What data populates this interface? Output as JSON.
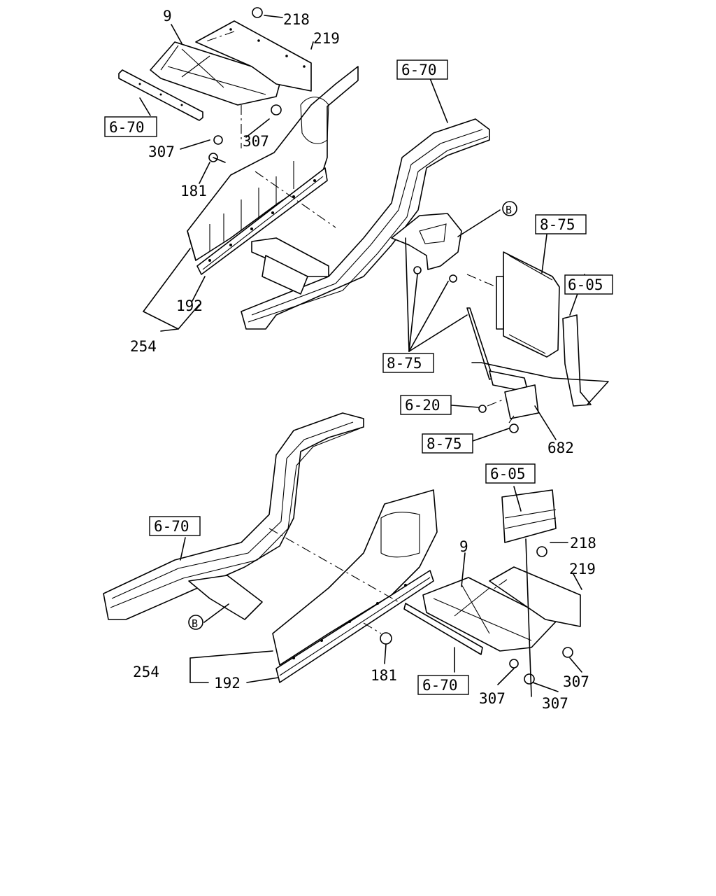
{
  "labels": {
    "t9": "9",
    "t218": "218",
    "t219": "219",
    "t6_70a": "6-70",
    "t307a": "307",
    "t307b": "307",
    "t181": "181",
    "t192": "192",
    "t254": "254",
    "t6_70b": "6-70",
    "tB1": "B",
    "t8_75a": "8-75",
    "t6_05a": "6-05",
    "t8_75b": "8-75",
    "t6_20": "6-20",
    "t8_75c": "8-75",
    "t682": "682",
    "t6_05b": "6-05",
    "t218b": "218",
    "t219b": "219",
    "t9b": "9",
    "t6_70c": "6-70",
    "tB2": "B",
    "t254b": "254",
    "t192b": "192",
    "t181b": "181",
    "t6_70d": "6-70",
    "t307c": "307",
    "t307d": "307",
    "t307e": "307"
  }
}
